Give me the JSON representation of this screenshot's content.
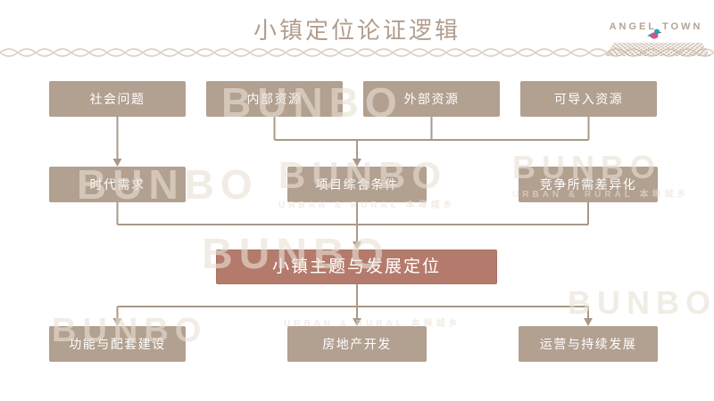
{
  "title": "小镇定位论证逻辑",
  "logo": {
    "text": "ANGEL TOWN"
  },
  "watermark": {
    "big": "BUNBO",
    "small": "URBAN & RURAL 本埠城乡"
  },
  "nodes": {
    "social": "社会问题",
    "internal": "内部资源",
    "external": "外部资源",
    "importable": "可导入资源",
    "era": "时代需求",
    "project": "项目综合条件",
    "competition": "竞争所需差异化",
    "theme": "小镇主题与发展定位",
    "function": "功能与配套建设",
    "realestate": "房地产开发",
    "operation": "运营与持续发展"
  },
  "colors": {
    "box": "#b2a090",
    "accent": "#b47b6d",
    "accent-border": "#a87264",
    "title": "#b19e8f",
    "line": "#ab9887",
    "wave": "#dcd2c6",
    "wm": "#e9e0d4",
    "logo": "#b3a494",
    "mat": "#c6b39e",
    "bird-teal": "#1fa7b5",
    "bird-pink": "#d94f8a"
  }
}
